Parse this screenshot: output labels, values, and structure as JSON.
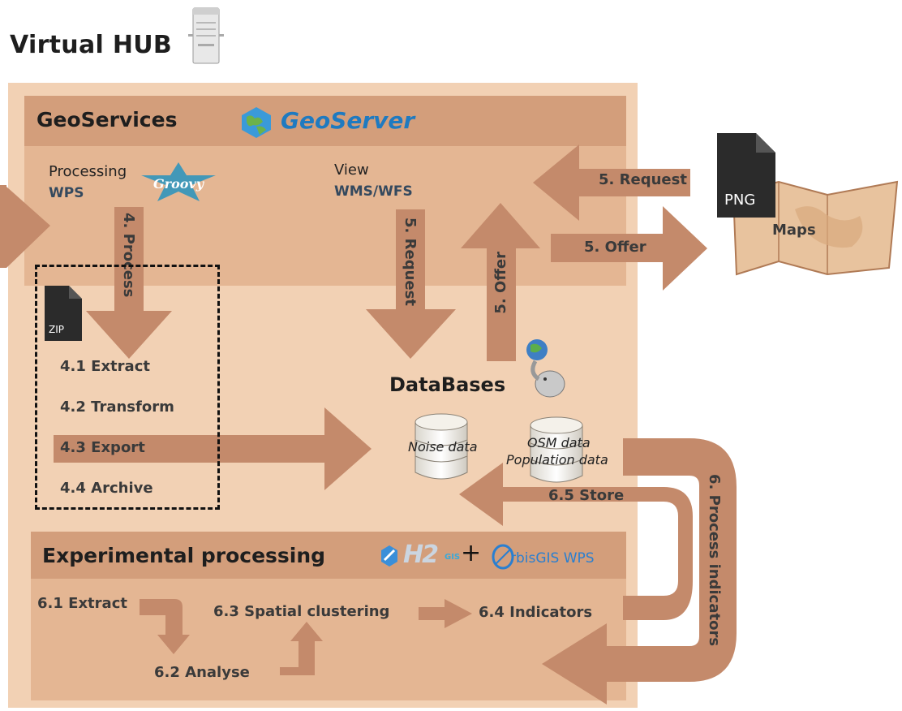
{
  "title": "Virtual HUB",
  "geoservices": {
    "title": "GeoServices",
    "logo_text": "GeoServer",
    "processing_label": "Processing",
    "processing_sub": "WPS",
    "view_label": "View",
    "view_sub": "WMS/WFS"
  },
  "steps": {
    "process": "4. Process",
    "extract": "4.1 Extract",
    "transform": "4.2 Transform",
    "export": "4.3 Export",
    "archive": "4.4 Archive",
    "request_inner": "5. Request",
    "offer_inner": "5. Offer",
    "request_outer": "5. Request",
    "offer_outer": "5. Offer",
    "store": "6.5 Store",
    "process_indicators": "6. Process indicators"
  },
  "databases": {
    "title": "DataBases",
    "noise": "Noise data",
    "osm": "OSM data",
    "population": "Population data"
  },
  "maps": {
    "label": "Maps",
    "file_badge": "PNG"
  },
  "zip_badge": "ZIP",
  "experimental": {
    "title": "Experimental processing",
    "h2gis_logo": "H2",
    "h2gis_sub": "GIS",
    "plus": "+",
    "orbis_logo": "rbisGIS WPS",
    "s1": "6.1 Extract",
    "s2": "6.2 Analyse",
    "s3": "6.3 Spatial clustering",
    "s4": "6.4 Indicators"
  },
  "colors": {
    "hub_bg": "#f2d1b4",
    "band_dark": "#d39e7b",
    "band_mid": "#e4b693",
    "arrow": "#c48a6b"
  }
}
